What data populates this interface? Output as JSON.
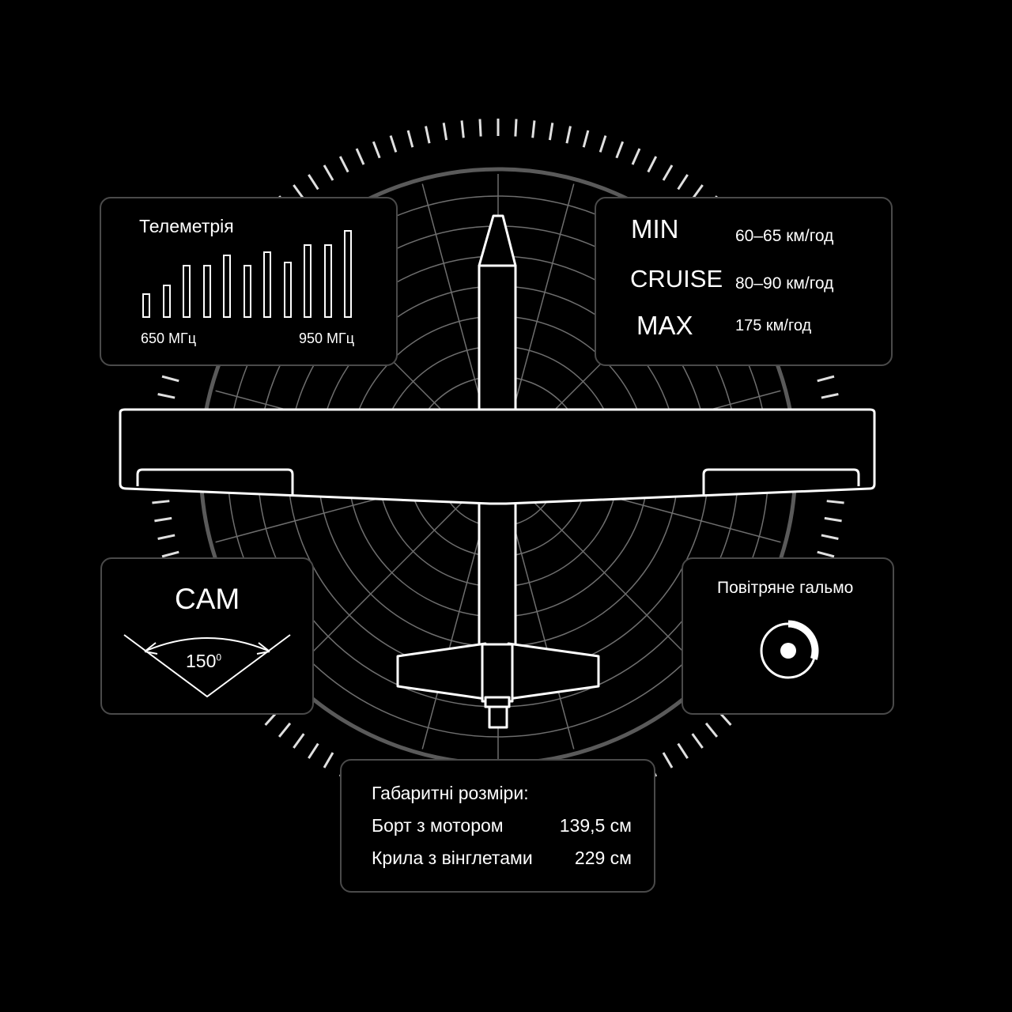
{
  "telemetry": {
    "title": "Телеметрія",
    "freq_min": "650 МГц",
    "freq_max": "950 МГц",
    "signal_levels": [
      0.28,
      0.38,
      0.6,
      0.6,
      0.72,
      0.6,
      0.76,
      0.64,
      0.84,
      0.84,
      1.0
    ]
  },
  "speeds": {
    "rows": [
      {
        "label": "MIN",
        "value": "60–65 км/год"
      },
      {
        "label": "CRUISE",
        "value": "80–90 км/год"
      },
      {
        "label": "MAX",
        "value": "175 км/год"
      }
    ]
  },
  "camera": {
    "title": "CAM",
    "angle_value": "150",
    "angle_unit": "0"
  },
  "airbrake": {
    "title": "Повітряне гальмо",
    "indicator_level": 0.3
  },
  "dimensions": {
    "title": "Габаритні розміри:",
    "rows": [
      {
        "label": "Борт з мотором",
        "value": "139,5 см"
      },
      {
        "label": "Крила з вінглетами",
        "value": "229 см"
      }
    ]
  },
  "colors": {
    "background": "#000000",
    "line": "#ffffff",
    "grid": "#6e6e6e",
    "panel_border": "#4a4a4a"
  }
}
